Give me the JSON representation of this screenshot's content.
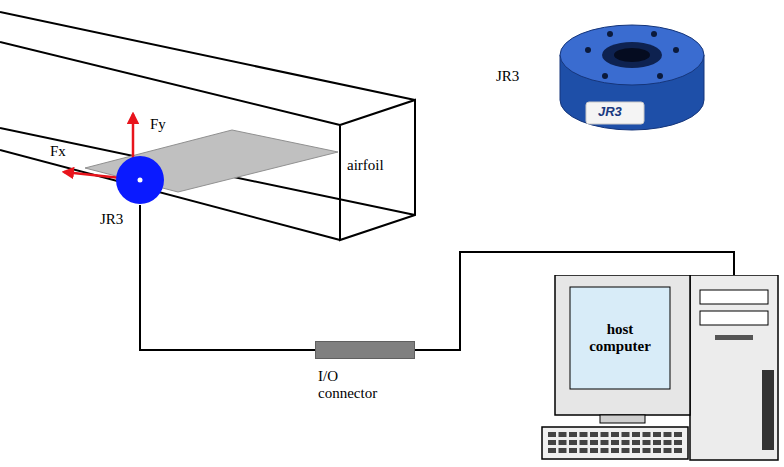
{
  "diagram": {
    "nodes": [
      {
        "text": [
          "JR3"
        ]
      },
      {
        "text": [
          "I/O connector"
        ]
      },
      {
        "text": [
          "host computer"
        ]
      }
    ],
    "edges": [
      {
        "from": 0,
        "to": 1,
        "arrow": "none"
      },
      {
        "from": 1,
        "to": 2,
        "arrow": "none"
      }
    ],
    "labels": [
      "Fx",
      "Fy",
      "airfoil",
      "JR3",
      "JR3"
    ]
  }
}
